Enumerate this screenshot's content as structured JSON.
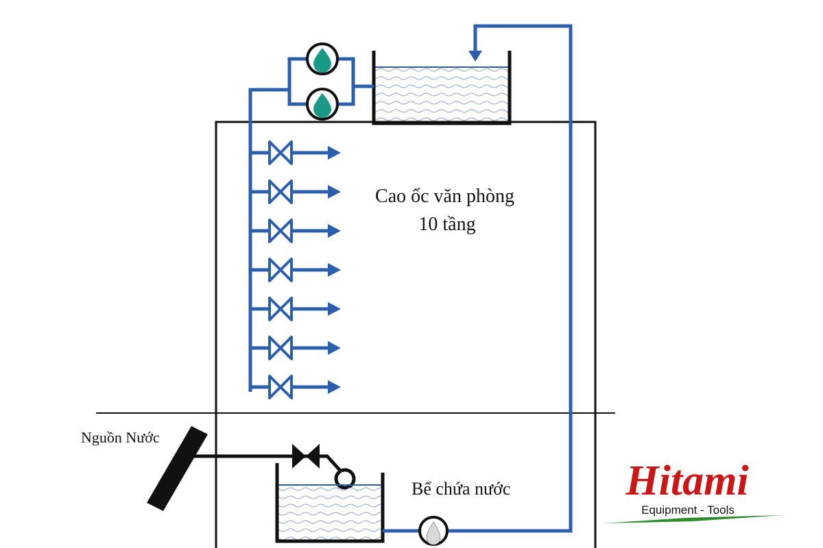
{
  "labels": {
    "building": [
      "Cao ốc văn phòng",
      "10 tầng"
    ],
    "water_source": "Nguồn Nước",
    "storage_tank": "Bể chứa nước"
  },
  "floor_outlets": 7,
  "roof_pumps": 2,
  "colors": {
    "pipe": "#2b5fad",
    "outline": "#111111",
    "pump_fill": "#1a9a86",
    "lower_pump_fill": "#d8d8d8",
    "water_wave": "#8aa3c8",
    "logo_red": "#cc1616",
    "logo_green": "#2e8b2e"
  },
  "logo": {
    "name": "Hitami",
    "tagline": "Equipment - Tools"
  }
}
